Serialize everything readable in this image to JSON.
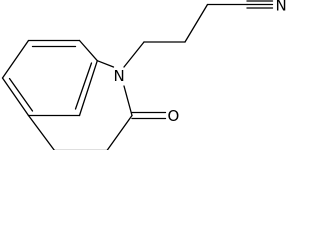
{
  "molecule": {
    "atoms": {
      "nitrogen_ring": "N",
      "oxygen_carbonyl": "O",
      "nitrogen_nitrile": "N"
    }
  }
}
